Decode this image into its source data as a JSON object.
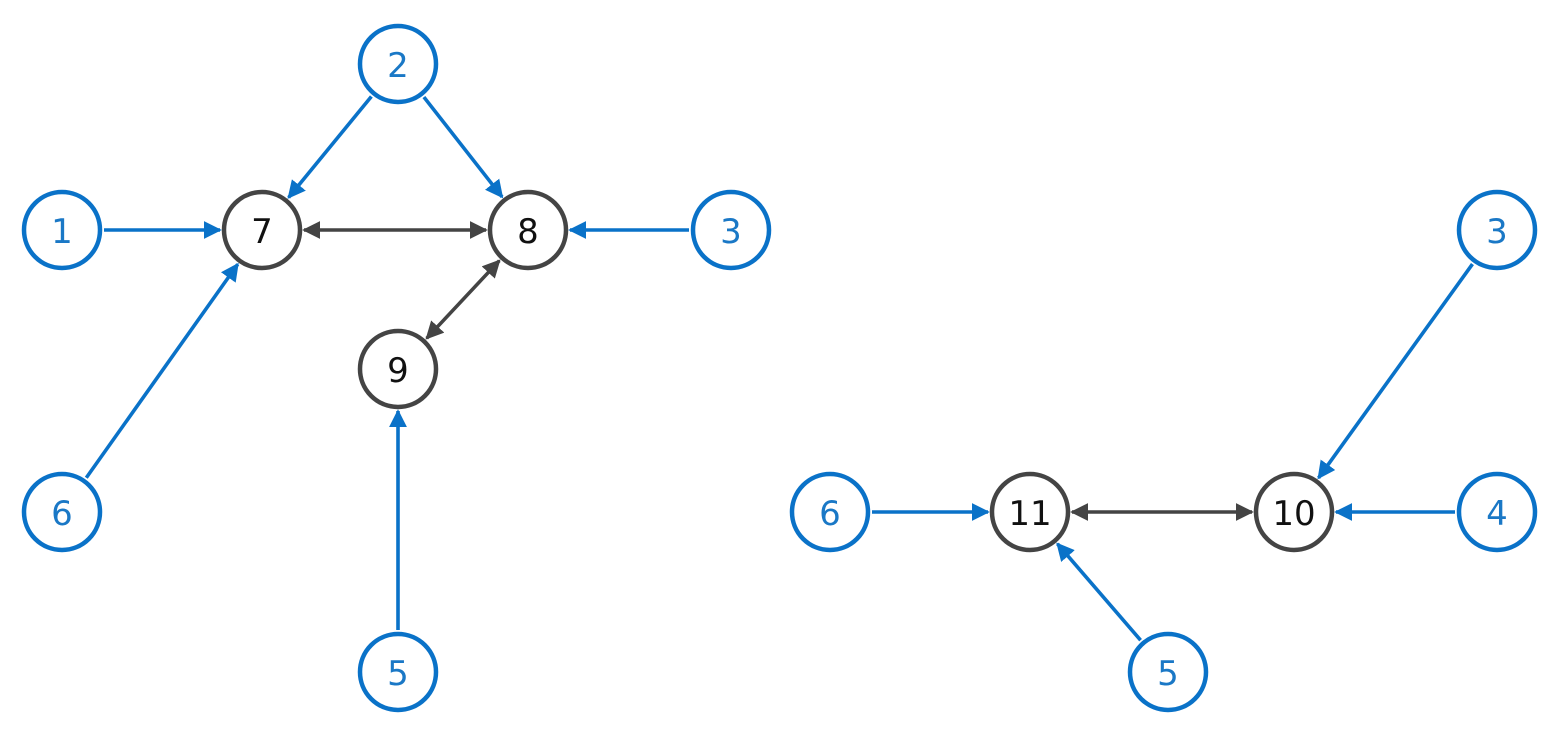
{
  "colors": {
    "input_node": "#0a72c8",
    "input_text": "#1a78c6",
    "hidden_node": "#444444",
    "hidden_text": "#111111",
    "background": "#ffffff"
  },
  "graphs": [
    {
      "nodes": [
        {
          "id": "g1-n1",
          "label": "1",
          "kind": "input"
        },
        {
          "id": "g1-n2",
          "label": "2",
          "kind": "input"
        },
        {
          "id": "g1-n3",
          "label": "3",
          "kind": "input"
        },
        {
          "id": "g1-n5",
          "label": "5",
          "kind": "input"
        },
        {
          "id": "g1-n6",
          "label": "6",
          "kind": "input"
        },
        {
          "id": "g1-n7",
          "label": "7",
          "kind": "hidden"
        },
        {
          "id": "g1-n8",
          "label": "8",
          "kind": "hidden"
        },
        {
          "id": "g1-n9",
          "label": "9",
          "kind": "hidden"
        }
      ],
      "edges": [
        {
          "from": "g1-n1",
          "to": "g1-n7",
          "kind": "input",
          "direction": "forward"
        },
        {
          "from": "g1-n2",
          "to": "g1-n7",
          "kind": "input",
          "direction": "forward"
        },
        {
          "from": "g1-n2",
          "to": "g1-n8",
          "kind": "input",
          "direction": "forward"
        },
        {
          "from": "g1-n6",
          "to": "g1-n7",
          "kind": "input",
          "direction": "forward"
        },
        {
          "from": "g1-n3",
          "to": "g1-n8",
          "kind": "input",
          "direction": "forward"
        },
        {
          "from": "g1-n5",
          "to": "g1-n9",
          "kind": "input",
          "direction": "forward"
        },
        {
          "from": "g1-n7",
          "to": "g1-n8",
          "kind": "hidden",
          "direction": "both"
        },
        {
          "from": "g1-n8",
          "to": "g1-n9",
          "kind": "hidden",
          "direction": "both"
        }
      ]
    },
    {
      "nodes": [
        {
          "id": "g2-n3",
          "label": "3",
          "kind": "input"
        },
        {
          "id": "g2-n4",
          "label": "4",
          "kind": "input"
        },
        {
          "id": "g2-n5",
          "label": "5",
          "kind": "input"
        },
        {
          "id": "g2-n6",
          "label": "6",
          "kind": "input"
        },
        {
          "id": "g2-n10",
          "label": "10",
          "kind": "hidden"
        },
        {
          "id": "g2-n11",
          "label": "11",
          "kind": "hidden"
        }
      ],
      "edges": [
        {
          "from": "g2-n6",
          "to": "g2-n11",
          "kind": "input",
          "direction": "forward"
        },
        {
          "from": "g2-n5",
          "to": "g2-n11",
          "kind": "input",
          "direction": "forward"
        },
        {
          "from": "g2-n3",
          "to": "g2-n10",
          "kind": "input",
          "direction": "forward"
        },
        {
          "from": "g2-n4",
          "to": "g2-n10",
          "kind": "input",
          "direction": "forward"
        },
        {
          "from": "g2-n11",
          "to": "g2-n10",
          "kind": "hidden",
          "direction": "both"
        }
      ]
    }
  ]
}
